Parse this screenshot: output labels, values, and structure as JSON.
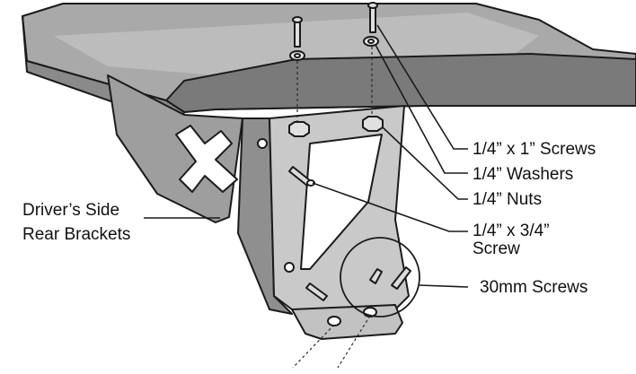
{
  "labels": {
    "screws_1in": "1/4” x 1” Screws",
    "washers": "1/4” Washers",
    "nuts": "1/4” Nuts",
    "screw_34_line1": "1/4” x 3/4”",
    "screw_34_line2": "Screw",
    "screws_30mm": "30mm Screws",
    "bracket_line1": "Driver’s Side",
    "bracket_line2": "Rear Brackets"
  },
  "colors": {
    "panel": "#a9a9a9",
    "panel_dark": "#7a7a7a",
    "bracket": "#c9c9c9",
    "hardware": "#e2e2e2",
    "outline": "#1b1b1b"
  }
}
